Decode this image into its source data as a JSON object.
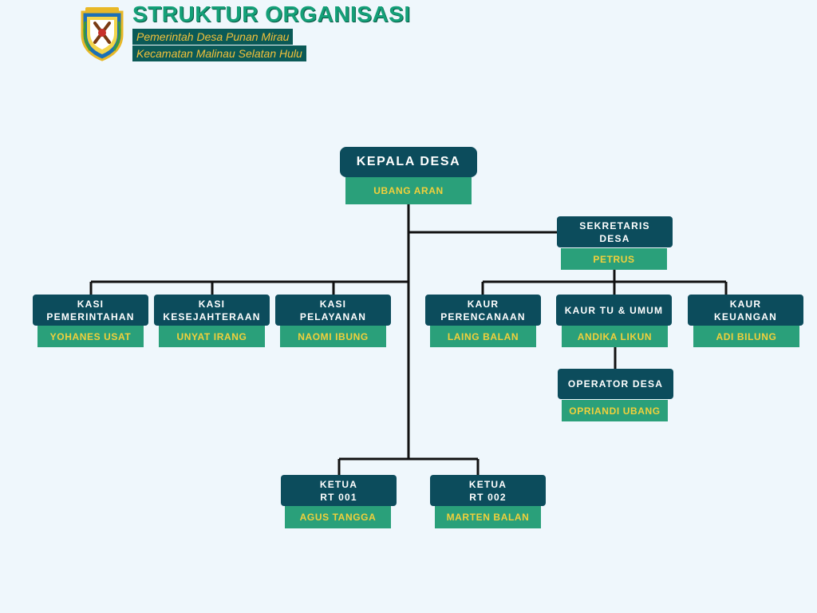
{
  "header": {
    "title": "STRUKTUR ORGANISASI",
    "subtitle_1": "Pemerintah Desa Punan Mirau",
    "subtitle_2": "Kecamatan Malinau Selatan Hulu"
  },
  "colors": {
    "background": "#eff7fc",
    "role_box": "#0c4c5c",
    "name_box": "#2aa07a",
    "name_text": "#f2d03b",
    "title_text": "#14a078",
    "connector": "#111111"
  },
  "org": {
    "kepala": {
      "role": "KEPALA DESA",
      "name": "UBANG ARAN"
    },
    "sekretaris": {
      "role": "SEKRETARIS\nDESA",
      "name": "PETRUS"
    },
    "kasi_pemerintahan": {
      "role": "KASI\nPEMERINTAHAN",
      "name": "YOHANES USAT"
    },
    "kasi_kesejahteraan": {
      "role": "KASI\nKESEJAHTERAAN",
      "name": "UNYAT IRANG"
    },
    "kasi_pelayanan": {
      "role": "KASI\nPELAYANAN",
      "name": "NAOMI IBUNG"
    },
    "kaur_perencanaan": {
      "role": "KAUR\nPERENCANAAN",
      "name": "LAING BALAN"
    },
    "kaur_tu_umum": {
      "role": "KAUR TU & UMUM",
      "name": "ANDIKA LIKUN"
    },
    "kaur_keuangan": {
      "role": "KAUR\nKEUANGAN",
      "name": "ADI BILUNG"
    },
    "operator": {
      "role": "OPERATOR DESA",
      "name": "OPRIANDI UBANG"
    },
    "rt001": {
      "role": "KETUA\nRT 001",
      "name": "AGUS TANGGA"
    },
    "rt002": {
      "role": "KETUA\nRT 002",
      "name": "MARTEN BALAN"
    }
  }
}
